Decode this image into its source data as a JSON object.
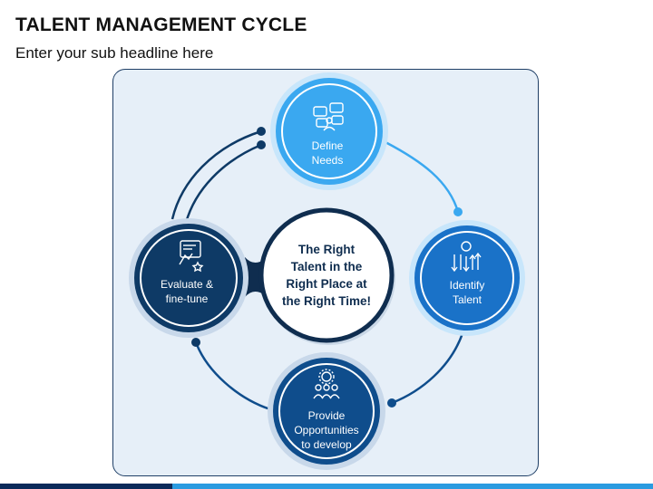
{
  "header": {
    "title": "TALENT MANAGEMENT CYCLE",
    "subtitle": "Enter your sub headline here"
  },
  "center": {
    "lines": [
      "The Right",
      "Talent in the",
      "Right Place at",
      "the Right Time!"
    ]
  },
  "nodes": [
    {
      "id": "define",
      "lines": [
        "Define",
        "Needs"
      ],
      "color": "#3aa8f0",
      "icon": "needs-chat-icon"
    },
    {
      "id": "identify",
      "lines": [
        "Identify",
        "Talent"
      ],
      "color": "#1a72c8",
      "icon": "identify-arrows-icon"
    },
    {
      "id": "provide",
      "lines": [
        "Provide",
        "Opportunities",
        "to develop"
      ],
      "color": "#0f4d8c",
      "icon": "people-gear-icon"
    },
    {
      "id": "evaluate",
      "lines": [
        "Evaluate &",
        "fine-tune"
      ],
      "color": "#0e3a66",
      "icon": "evaluate-screen-icon"
    }
  ],
  "colors": {
    "panel_bg": "#e6eff8",
    "center_ring": "#0f2d4f",
    "footer_dark": "#0b2a5a",
    "footer_light": "#2a9be0"
  }
}
